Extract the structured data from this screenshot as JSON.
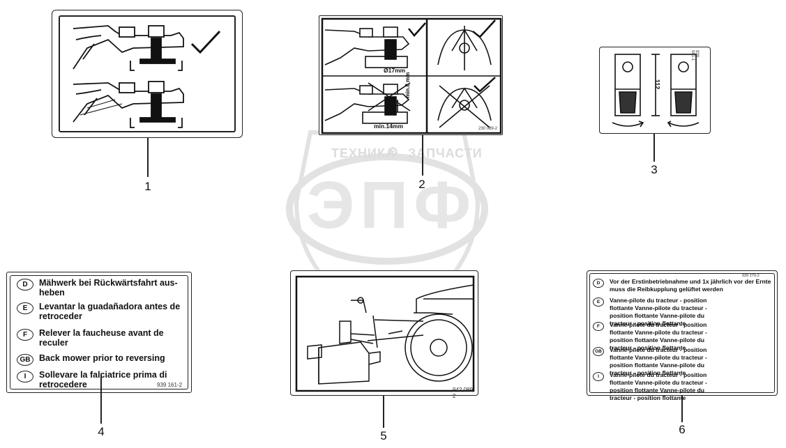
{
  "watermark": {
    "line": "ТЕХНИКА",
    "line2": "ЗАПЧАСТИ",
    "big": "ЭПФ"
  },
  "decal2": {
    "dim_a": "Ø17mm",
    "dim_b": "min.14mm",
    "dim_c": "min.8 mm",
    "code": "230 089-2"
  },
  "decal3": {
    "dim": "112",
    "code": "939 081-1"
  },
  "decal4": {
    "rows": [
      {
        "badge": "D",
        "text": "Mähwerk bei Rückwärtsfahrt aus-heben"
      },
      {
        "badge": "E",
        "text": "Levantar la guadañadora antes de retroceder"
      },
      {
        "badge": "F",
        "text": "Relever la faucheuse avant de reculer"
      },
      {
        "badge": "GB",
        "text": "Back mower prior to reversing"
      },
      {
        "badge": "I",
        "text": "Sollevare la falciatrice prima di retrocedere"
      }
    ],
    "code": "939 161-2"
  },
  "decal5": {
    "code": "942 089-2"
  },
  "decal6": {
    "code": "939 270-2",
    "rows": [
      {
        "badge": "D",
        "text": "Vor der Erstinbetriebnahme und 1x jährlich vor der Ernte muss die Reibkupplung gelüftet werden"
      },
      {
        "badge": "E",
        "text": "Vanne-pilote du tracteur - position flottante Vanne-pilote du tracteur - position flottante Vanne-pilote du tracteur - position flottante"
      },
      {
        "badge": "F",
        "text": "Vanne-pilote du tracteur - position flottante Vanne-pilote du tracteur - position flottante Vanne-pilote du tracteur - position flottante"
      },
      {
        "badge": "GB",
        "text": "Vanne-pilote du tracteur - position flottante Vanne-pilote du tracteur - position flottante Vanne-pilote du tracteur - position flottante"
      },
      {
        "badge": "I",
        "text": "Vanne-pilote du tracteur - position flottante Vanne-pilote du tracteur - position flottante Vanne-pilote du tracteur - position flottante"
      }
    ]
  },
  "callouts": [
    "1",
    "2",
    "3",
    "4",
    "5",
    "6"
  ]
}
